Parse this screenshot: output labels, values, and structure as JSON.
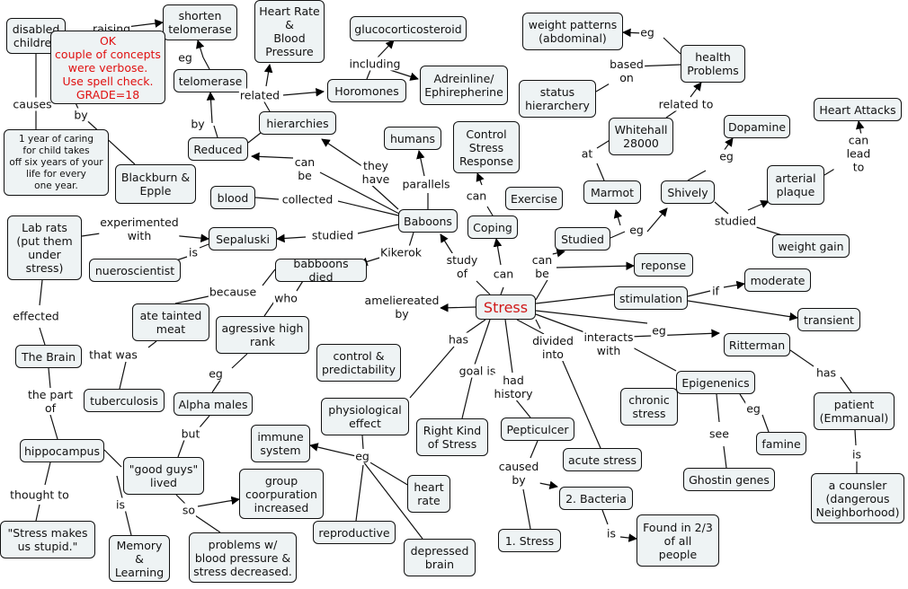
{
  "concepts": {
    "stress": "Stress",
    "disabled_children": "disabled\nchildren",
    "shorten_telomerase": "shorten\ntelomerase",
    "heart_rate_bp": "Heart Rate\n&\nBlood\nPressure",
    "glucocorticosteroid": "glucocorticosteroid",
    "weight_patterns": "weight patterns\n(abdominal)",
    "telomerase": "telomerase",
    "horomones": "Horomones",
    "adrenaline": "Adreinline/\nEphirepherine",
    "health_problems": "health\nProblems",
    "status_hierarchy": "status\nhierarchery",
    "hierarchies": "hierarchies",
    "reduced": "Reduced",
    "humans": "humans",
    "control_stress_response": "Control\nStress\nResponse",
    "whitehall": "Whitehall\n28000",
    "dopamine": "Dopamine",
    "heart_attacks": "Heart Attacks",
    "year_of_caring": "1 year of caring\nfor child takes\noff six years of your\nlife for every\none year.",
    "blackburn": "Blackburn &\nEpple",
    "blood": "blood",
    "baboons": "Baboons",
    "exercise": "Exercise",
    "coping": "Coping",
    "marmot": "Marmot",
    "shively": "Shively",
    "arterial_plaque": "arterial\nplaque",
    "lab_rats": "Lab rats\n(put them\nunder\nstress)",
    "sepaluski": "Sepaluski",
    "studied": "Studied",
    "weight_gain": "weight gain",
    "nueroscientist": "nueroscientist",
    "babboons_died": "babboons died",
    "reponse": "reponse",
    "moderate": "moderate",
    "stimulation": "stimulation",
    "transient": "transient",
    "ate_tainted_meat": "ate tainted\nmeat",
    "agressive_rank": "agressive high\nrank",
    "control_predictability": "control &\npredictability",
    "ritterman": "Ritterman",
    "the_brain": "The Brain",
    "tuberculosis": "tuberculosis",
    "alpha_males": "Alpha males",
    "physiological_effect": "physiological\neffect",
    "epigenetics": "Epigenenics",
    "chronic_stress": "chronic\nstress",
    "patient": "patient\n(Emmanual)",
    "right_kind": "Right Kind\nof Stress",
    "pepticulcer": "Pepticulcer",
    "immune_system": "immune\nsystem",
    "hippocampus": "hippocampus",
    "good_guys": "\"good guys\"\nlived",
    "famine": "famine",
    "acute_stress": "acute stress",
    "heart_rate": "heart\nrate",
    "group_cooperation": "group\ncoorpuration\nincreased",
    "ghostin_genes": "Ghostin genes",
    "counselor": "a counsler\n(dangerous\nNeighborhood)",
    "bacteria": "2. Bacteria",
    "reproductive": "reproductive",
    "stress_makes_stupid": "\"Stress makes\nus stupid.\"",
    "memory_learning": "Memory\n&\nLearning",
    "problems_bp": "problems w/\nblood pressure &\nstress decreased.",
    "depressed_brain": "depressed\nbrain",
    "one_stress": "1. Stress",
    "found_in": "Found in 2/3\nof all\npeople"
  },
  "grader_note": "OK\ncouple of concepts\nwere verbose.\nUse spell check.\nGRADE=18",
  "link_labels": {
    "raising": "raising",
    "eg_telo": "eg",
    "related": "related",
    "including": "including",
    "eg_health": "eg",
    "based_on": "based\non",
    "causes": "causes",
    "by_blackburn": "by",
    "by_reduced": "by",
    "related_to": "related to",
    "can_be": "can\nbe",
    "they_have": "they\nhave",
    "parallels": "parallels",
    "at": "at",
    "eg_shively": "eg",
    "can_lead_to": "can lead\nto",
    "collected": "collected",
    "can_coping": "can",
    "experimented_with": "experimented\nwith",
    "studied_sepaluski": "studied",
    "eg_studied": "eg",
    "studied_shively": "studied",
    "is_neuro": "is",
    "kikerok": "Kikerok",
    "study_of": "study\nof",
    "can_stress": "can",
    "can_be_stress": "can\nbe",
    "if": "if",
    "because": "because",
    "who": "who",
    "effected": "effected",
    "ameliorated_by": "ameliereated\nby",
    "has_phys": "has",
    "eg_ritterman": "eg",
    "interacts_with": "interacts\nwith",
    "divided_into": "divided\ninto",
    "that_was": "that was",
    "eg_alpha": "eg",
    "goal_is": "goal is",
    "had_history": "had\nhistory",
    "has_patient": "has",
    "the_part_of": "the part\nof",
    "but": "but",
    "eg_famine": "eg",
    "see": "see",
    "eg_phys": "eg",
    "caused_by": "caused\nby",
    "thought_to": "thought to",
    "is_memory": "is",
    "so": "so",
    "is_counselor": "is",
    "is_found": "is"
  },
  "colors": {
    "node_fill": "#eef3f4",
    "border": "#111111",
    "stress_text": "#d01818",
    "note_text": "#e01010"
  }
}
